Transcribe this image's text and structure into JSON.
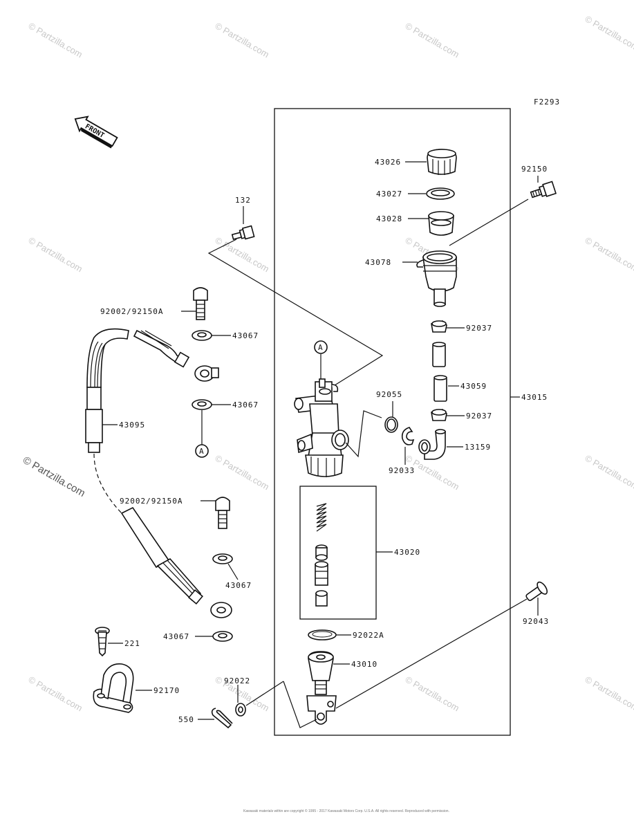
{
  "figure_code": "F2293",
  "front_arrow_label": "FRONT",
  "reference_marker": "A",
  "watermark": "© Partzilla.com",
  "copyright_footer": "Kawasaki materials within are copyright © 1995 - 2017 Kawasaki Motors Corp. U.S.A. All rights reserved. Reproduced with permission.",
  "part_labels": {
    "p43026": "43026",
    "p43027": "43027",
    "p43028": "43028",
    "p43078": "43078",
    "p92150": "92150",
    "p132": "132",
    "p92002a": "92002/92150A",
    "p43067a": "43067",
    "p43067b": "43067",
    "p92037a": "92037",
    "p43059": "43059",
    "p92037b": "92037",
    "p43015": "43015",
    "p92055": "92055",
    "p43095": "43095",
    "p13159": "13159",
    "p92033": "92033",
    "p92002b": "92002/92150A",
    "p43020": "43020",
    "p43067c": "43067",
    "p92043": "92043",
    "p43067d": "43067",
    "p221": "221",
    "p92022a": "92022A",
    "p43010": "43010",
    "p92022": "92022",
    "p92170": "92170",
    "p550": "550"
  }
}
